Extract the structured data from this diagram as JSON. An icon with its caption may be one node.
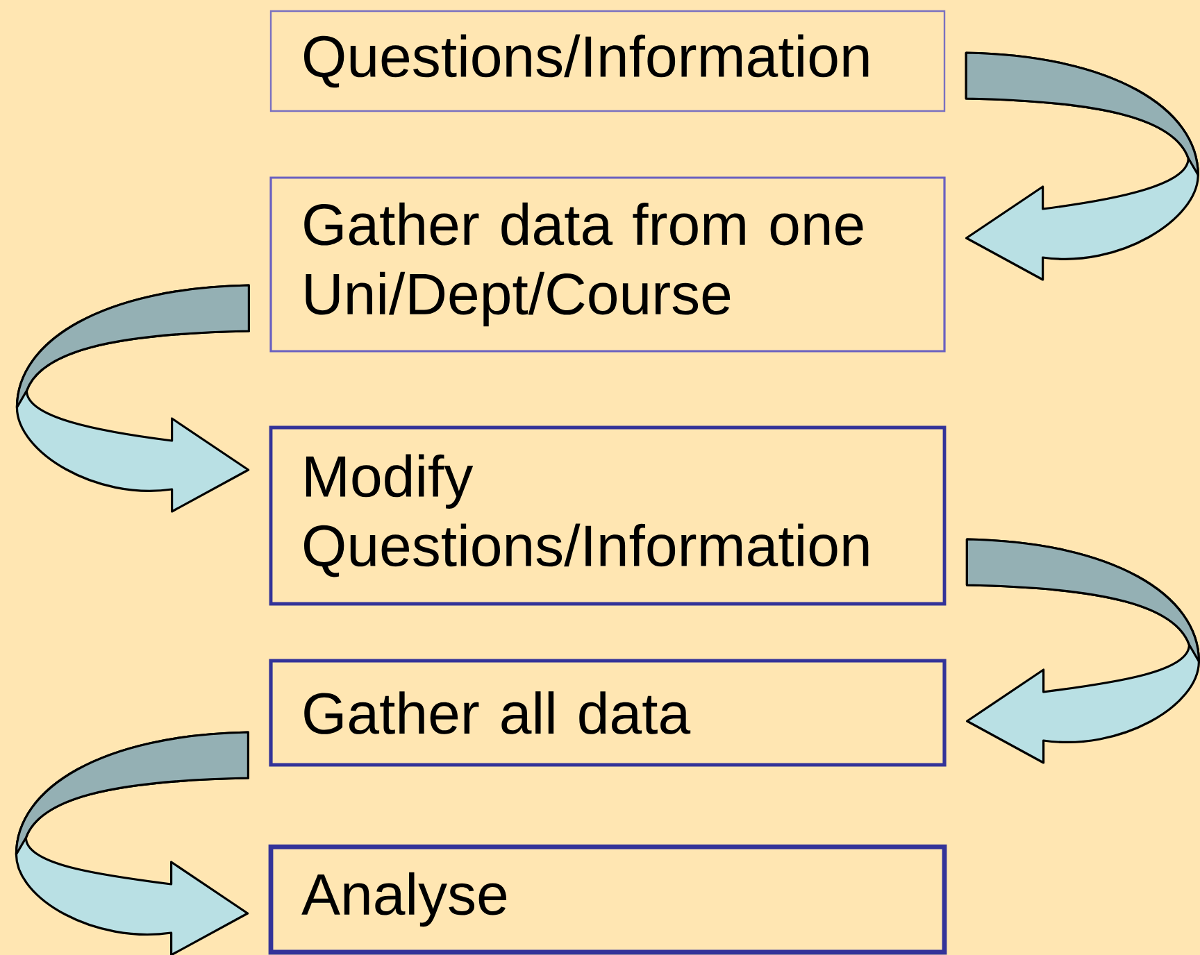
{
  "diagram": {
    "nodes": [
      {
        "text": [
          "Questions/Information"
        ]
      },
      {
        "text": [
          "Gather data from one Uni/Dept/Course"
        ]
      },
      {
        "text": [
          "Modify Questions/Information"
        ]
      },
      {
        "text": [
          "Gather all data"
        ]
      },
      {
        "text": [
          "Analyse"
        ]
      }
    ],
    "edges": [
      {
        "from": 0,
        "to": 1,
        "arrow": "to"
      },
      {
        "from": 1,
        "to": 2,
        "arrow": "to"
      },
      {
        "from": 2,
        "to": 3,
        "arrow": "to"
      },
      {
        "from": 3,
        "to": 4,
        "arrow": "to"
      }
    ]
  }
}
